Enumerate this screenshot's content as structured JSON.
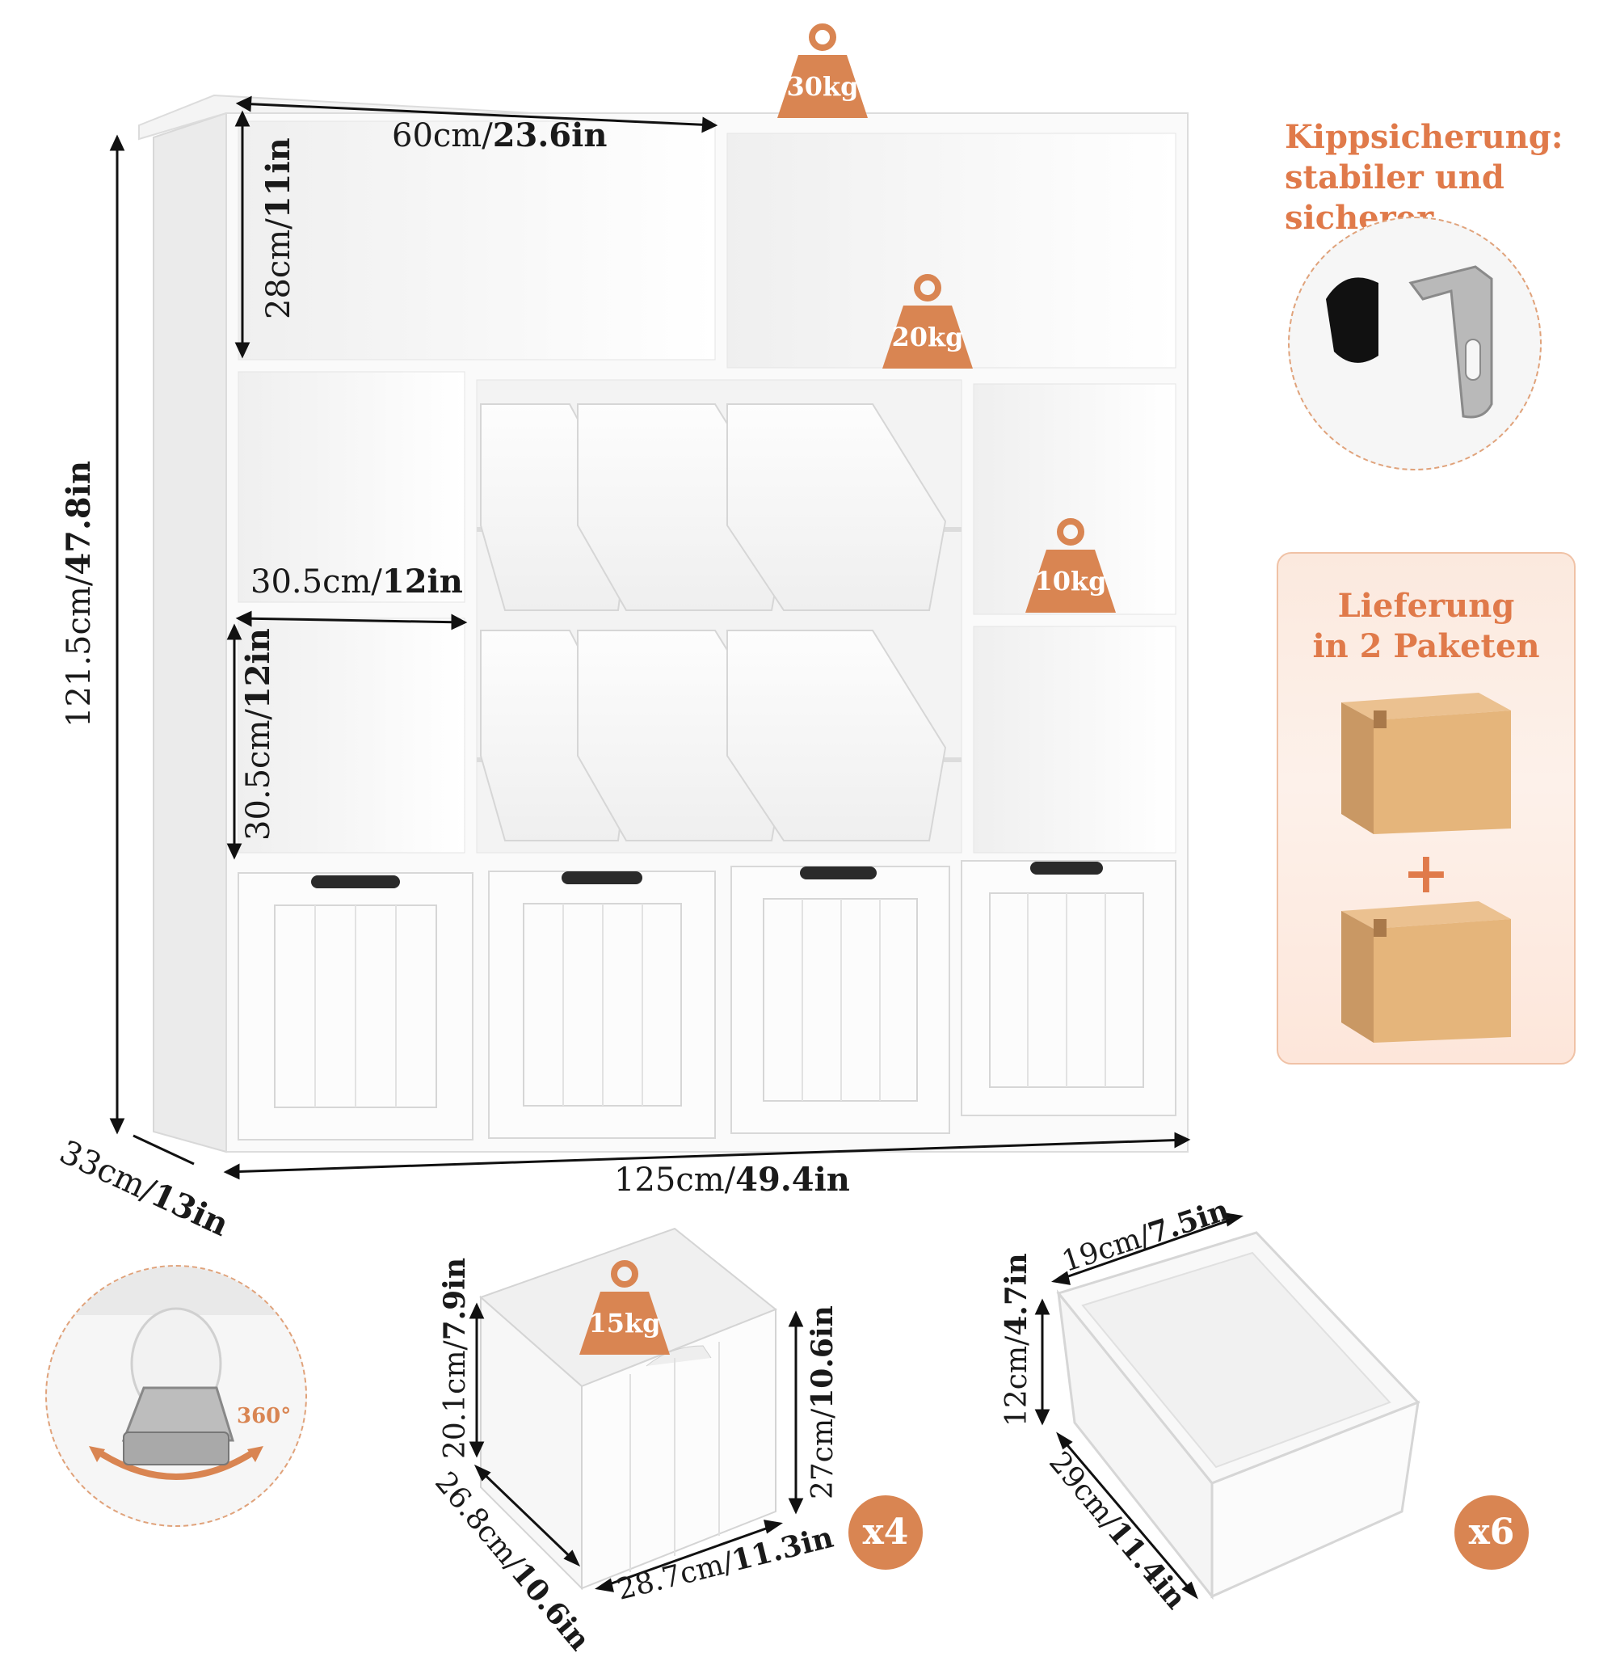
{
  "weights": {
    "top": "30kg",
    "upper_shelf": "20kg",
    "side_cube": "10kg",
    "drawer": "15kg"
  },
  "dimensions": {
    "top_width": {
      "cm": "60cm/",
      "in": "23.6in"
    },
    "top_height": {
      "cm": "28cm/",
      "in": "11in"
    },
    "cube_width": {
      "cm": "30.5cm/",
      "in": "12in"
    },
    "cube_height": {
      "cm": "30.5cm/",
      "in": "12in"
    },
    "total_height": {
      "cm": "121.5cm/",
      "in": "47.8in"
    },
    "depth": {
      "cm": "33cm/",
      "in": "13in"
    },
    "total_width": {
      "cm": "125cm/",
      "in": "49.4in"
    },
    "drawer_height_inner": {
      "cm": "20.1cm/",
      "in": "7.9in"
    },
    "drawer_height_outer": {
      "cm": "27cm/",
      "in": "10.6in"
    },
    "drawer_depth": {
      "cm": "26.8cm/",
      "in": "10.6in"
    },
    "drawer_width": {
      "cm": "28.7cm/",
      "in": "11.3in"
    },
    "bin_width": {
      "cm": "19cm/",
      "in": "7.5in"
    },
    "bin_height": {
      "cm": "12cm/",
      "in": "4.7in"
    },
    "bin_length": {
      "cm": "29cm/",
      "in": "11.4in"
    }
  },
  "tip_protection": {
    "line1": "Kippsicherung:",
    "line2": "stabiler und sicherer"
  },
  "delivery": {
    "line1": "Lieferung",
    "line2": "in 2 Paketen",
    "plus": "+"
  },
  "caster_label": "360°",
  "counts": {
    "drawers": "x4",
    "bins": "x6"
  },
  "colors": {
    "accent": "#d98552",
    "title": "#e07a4a"
  }
}
